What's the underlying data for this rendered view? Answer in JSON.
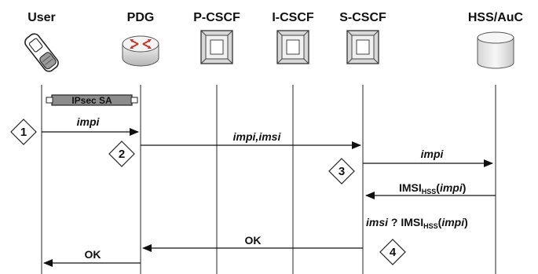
{
  "entities": [
    {
      "label": "User",
      "icon": "mobile-phone-icon"
    },
    {
      "label": "PDG",
      "icon": "router-icon"
    },
    {
      "label": "P-CSCF",
      "icon": "server-icon"
    },
    {
      "label": "I-CSCF",
      "icon": "server-icon"
    },
    {
      "label": "S-CSCF",
      "icon": "server-icon"
    },
    {
      "label": "HSS/AuC",
      "icon": "database-icon"
    }
  ],
  "ipsec_label": "IPsec SA",
  "messages": {
    "m1": "impi",
    "m2": "impi,imsi",
    "m3": "impi",
    "m4_main": "IMSI",
    "m4_sub": "HSS",
    "m4_open": "(",
    "m4_arg": "impi",
    "m4_close": ")",
    "check_a": "imsi",
    "check_q": " ? ",
    "check_main": "IMSI",
    "check_sub": "HSS",
    "check_open": "(",
    "check_arg": "impi",
    "check_close": ")",
    "m5": "OK",
    "m6": "OK"
  },
  "steps": [
    "1",
    "2",
    "3",
    "4"
  ],
  "colors": {
    "lifeline": "#3a3a3a",
    "router_body": "#d9d9d9",
    "router_arrows": "#c0392b",
    "server_face": "#e6e6e6",
    "db_body": "#eeeeee",
    "ipsec_bar": "#8c8c8c"
  }
}
